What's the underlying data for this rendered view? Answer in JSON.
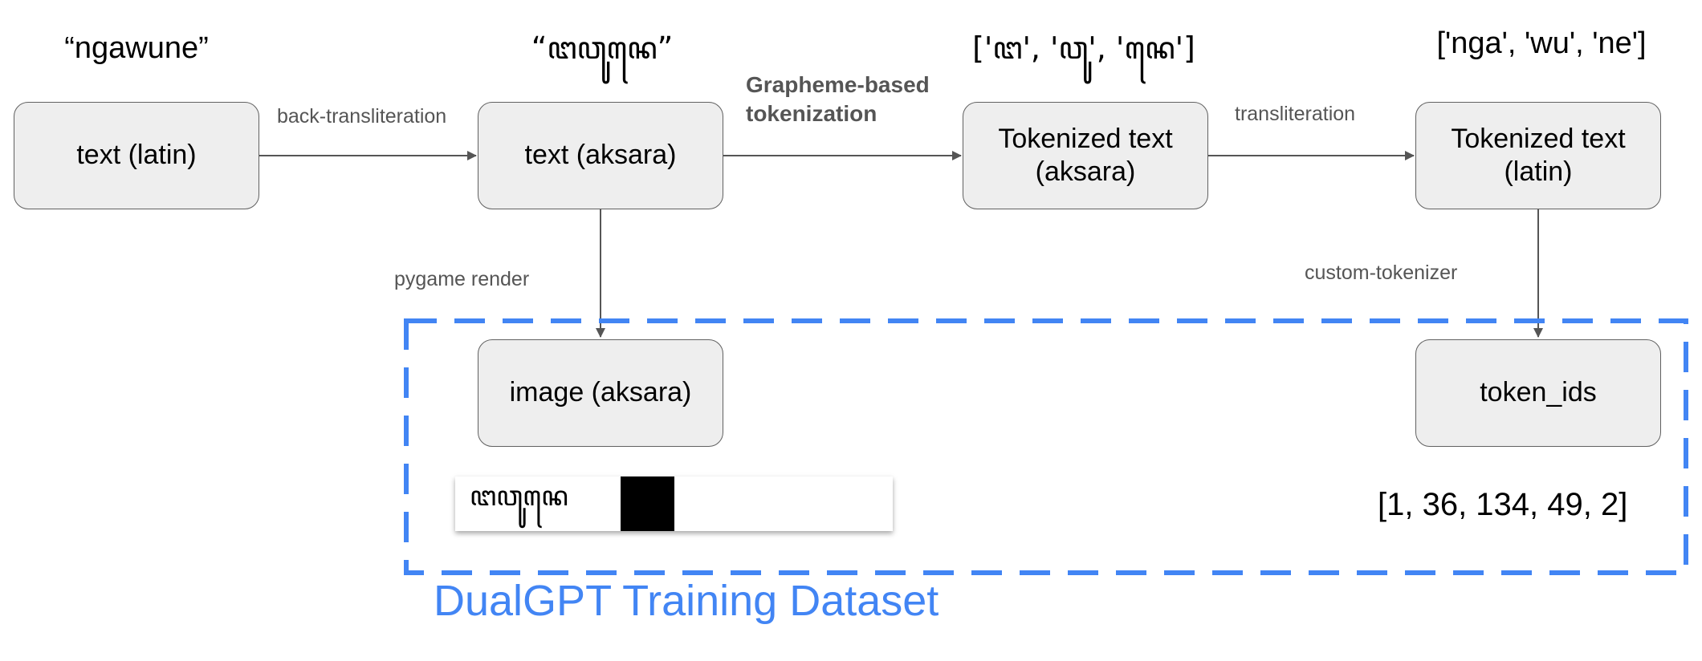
{
  "nodes": {
    "text_latin": "text (latin)",
    "text_aksara": "text (aksara)",
    "tokenized_aksara": "Tokenized text\n(aksara)",
    "tokenized_latin": "Tokenized text\n(latin)",
    "image_aksara": "image (aksara)",
    "token_ids": "token_ids"
  },
  "examples": {
    "latin_word": "“ngawune”",
    "aksara_word": "“ꦔꦮꦸꦤꦺ”",
    "aksara_tokens": "['ꦔ', 'ꦮꦸ', 'ꦤꦺ']",
    "latin_tokens": "['nga', 'wu', 'ne']",
    "rendered_image_glyphs": "ꦔꦮꦸꦤꦺ",
    "token_id_values": "[1, 36, 134, 49, 2]"
  },
  "edges": {
    "back_transliteration": "back-transliteration",
    "grapheme_tokenization": "Grapheme-based\ntokenization",
    "transliteration": "transliteration",
    "pygame_render": "pygame render",
    "custom_tokenizer": "custom-tokenizer"
  },
  "dataset": {
    "title": "DualGPT Training Dataset",
    "color": "#4285f4"
  },
  "colors": {
    "node_fill": "#eeeeee",
    "node_border": "#616161",
    "arrow": "#555555",
    "edge_label": "#555555"
  }
}
